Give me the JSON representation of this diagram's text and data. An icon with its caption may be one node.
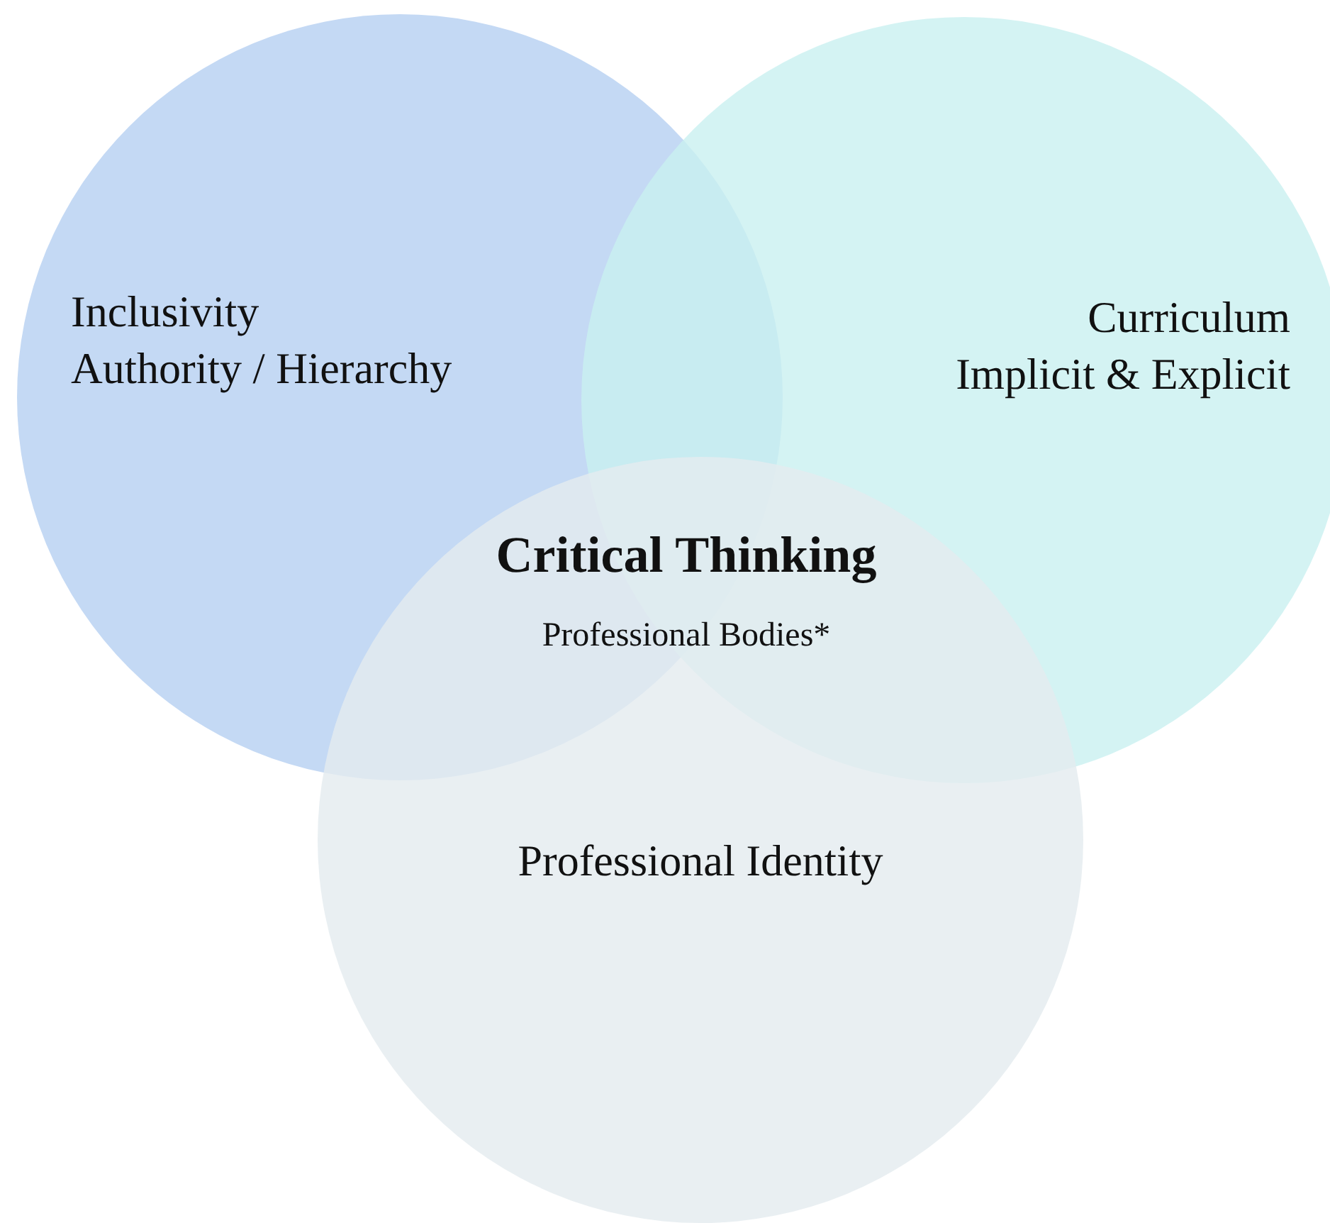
{
  "diagram": {
    "nodes": [
      {
        "text": [
          "Inclusivity",
          "Authority / Hierarchy"
        ]
      },
      {
        "text": [
          "Curriculum",
          "Implicit & Explicit"
        ]
      },
      {
        "text": [
          "Professional Identity"
        ]
      }
    ],
    "labels": [
      "Critical Thinking",
      "Professional Bodies*"
    ]
  }
}
